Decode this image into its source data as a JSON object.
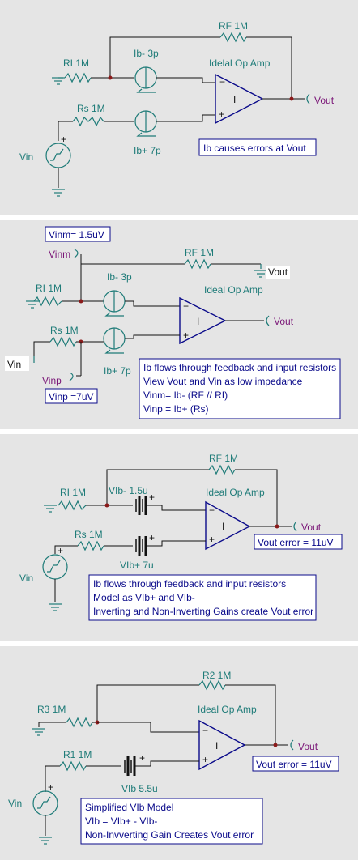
{
  "panel1": {
    "rf": "RF 1M",
    "ri": "RI 1M",
    "ib_minus": "Ib- 3p",
    "opamp": "Idelal Op Amp",
    "rs": "Rs 1M",
    "ib_plus": "Ib+ 7p",
    "vout": "Vout",
    "vin": "Vin",
    "note": "Ib causes errors at Vout",
    "op_sign": "I"
  },
  "panel2": {
    "vinm_box": "Vinm= 1.5uV",
    "vinm": "Vinm",
    "rf": "RF 1M",
    "vout_top": "Vout",
    "ri": "RI 1M",
    "ib_minus": "Ib- 3p",
    "opamp": "Ideal Op Amp",
    "vout": "Vout",
    "rs": "Rs 1M",
    "vin": "Vin",
    "ib_plus": "Ib+ 7p",
    "vinp": "Vinp",
    "vinp_box": "Vinp =7uV",
    "op_sign": "I",
    "note_lines": [
      "Ib flows through feedback and input resistors",
      "View Vout and Vin as low impedance",
      "Vinm= Ib- (RF // RI)",
      "Vinp = Ib+ (Rs)"
    ]
  },
  "panel3": {
    "rf": "RF 1M",
    "ri": "RI 1M",
    "vib_minus": "VIb- 1.5u",
    "opamp": "Ideal Op Amp",
    "vout": "Vout",
    "rs": "Rs 1M",
    "vib_plus": "VIb+ 7u",
    "vout_error": "Vout error = 11uV",
    "vin": "Vin",
    "op_sign": "I",
    "note_lines": [
      "Ib flows through feedback and input resistors",
      "Model as VIb+ and VIb-",
      "Inverting and Non-Inverting Gains create Vout error"
    ]
  },
  "panel4": {
    "r2": "R2 1M",
    "r3": "R3 1M",
    "opamp": "Ideal Op Amp",
    "vout": "Vout",
    "r1": "R1 1M",
    "vout_error": "Vout error = 11uV",
    "vin": "Vin",
    "vib": "VIb 5.5u",
    "op_sign": "I",
    "note_lines": [
      "Simplified VIb Model",
      "VIb = VIb+ - VIb-",
      "Non-Invverting Gain Creates Vout error"
    ]
  }
}
